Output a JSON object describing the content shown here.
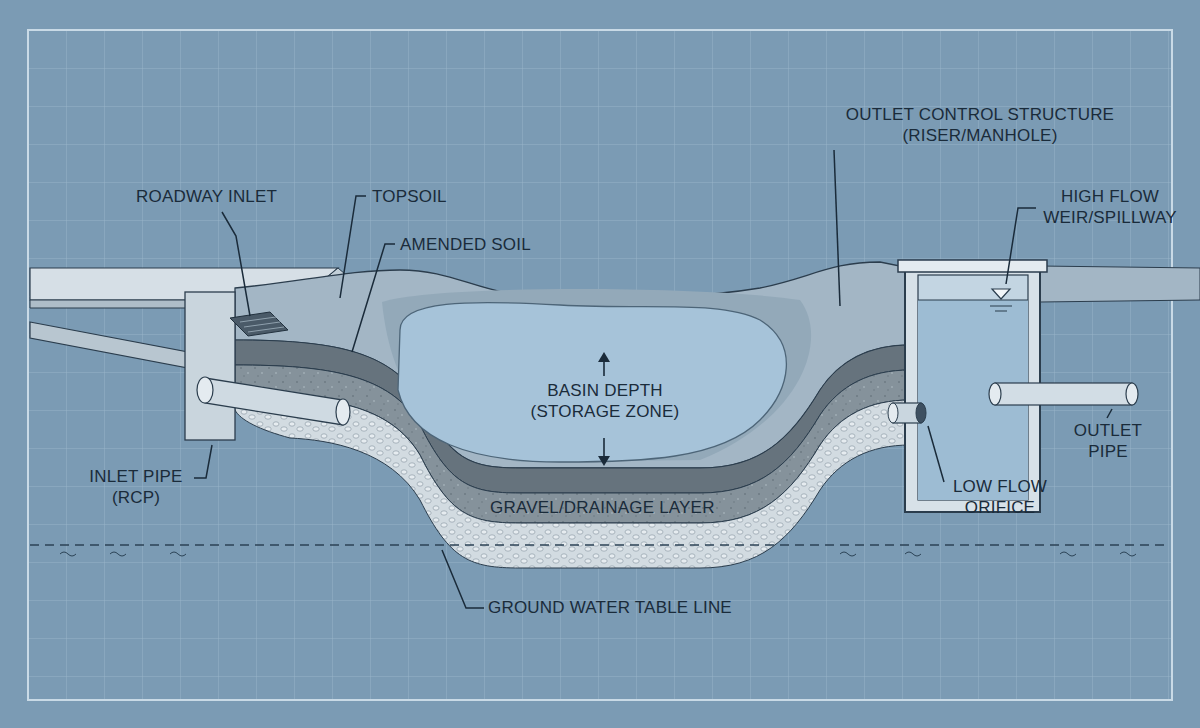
{
  "diagram": {
    "labels": [
      "ROADWAY INLET",
      "TOPSOIL",
      "AMENDED SOIL",
      "OUTLET CONTROL STRUCTURE (RISER/MANHOLE)",
      "HIGH FLOW WEIR/SPILLWAY",
      "BASIN DEPTH (STORAGE ZONE)",
      "OUTLET PIPE",
      "INLET PIPE (RCP)",
      "LOW FLOW ORIFICE",
      "GRAVEL/DRAINAGE LAYER",
      "GROUND WATER TABLE LINE"
    ]
  }
}
